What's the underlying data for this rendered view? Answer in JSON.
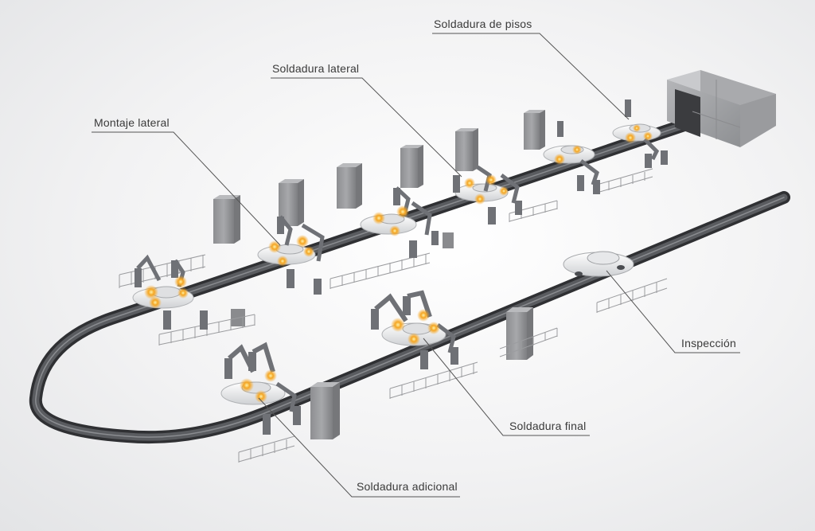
{
  "diagram": {
    "labels": {
      "pisos": "Soldadura de pisos",
      "lateral": "Soldadura lateral",
      "montaje": "Montaje lateral",
      "inspeccion": "Inspección",
      "final": "Soldadura final",
      "adicional": "Soldadura adicional"
    },
    "colors": {
      "track": "#4a4c50",
      "robot": "#6f7176",
      "cabinet": "#9c9da0",
      "spark": "#f5a623",
      "leader_line": "#555555"
    }
  }
}
